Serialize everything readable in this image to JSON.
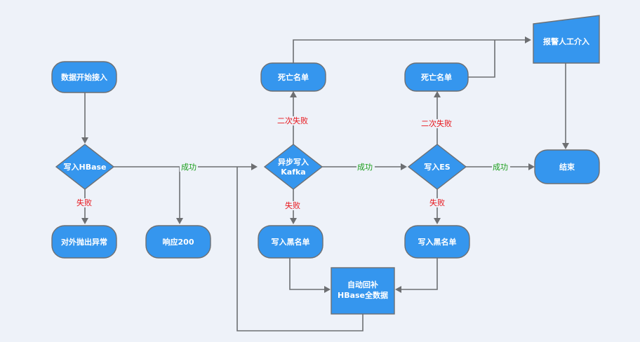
{
  "nodes": {
    "start": "数据开始接入",
    "write_hbase": "写入HBase",
    "throw_error": "对外抛出异常",
    "response": "响应200",
    "async_kafka_line1": "异步写入",
    "async_kafka_line2": "Kafka",
    "dead_letter_1": "死亡名单",
    "dead_letter_2": "死亡名单",
    "write_es": "写入ES",
    "blacklist_1": "写入黑名单",
    "blacklist_2": "写入黑名单",
    "auto_fill_line1": "自动回补",
    "auto_fill_line2": "HBase全数据",
    "alarm": "报警人工介入",
    "end": "结束"
  },
  "edge_labels": {
    "success_1": "成功",
    "success_2": "成功",
    "success_3": "成功",
    "fail_1": "失败",
    "fail_2": "失败",
    "fail_3": "失败",
    "retry_fail_1": "二次失败",
    "retry_fail_2": "二次失败"
  },
  "colors": {
    "background": "#eef2f9",
    "node_fill": "#3596ee",
    "edge": "#6d6f72",
    "success_label": "#1a9e1a",
    "fail_label": "#e8141a"
  }
}
